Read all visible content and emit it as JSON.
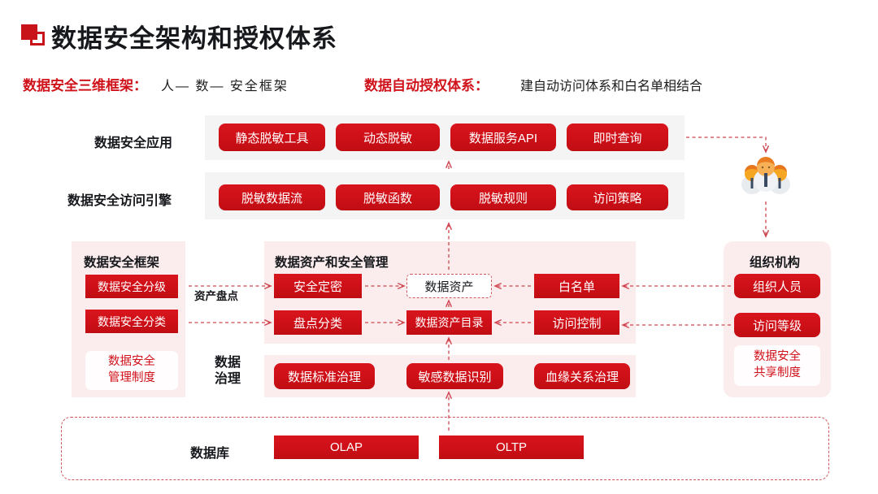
{
  "header": {
    "title": "数据安全架构和授权体系",
    "logo_icon": "red-square-logo-icon",
    "accent_color": "#d0121b"
  },
  "subtitle": {
    "key1": "数据安全三维框架：",
    "val1": "人— 数— 安全框架",
    "key2": "数据自动授权体系：",
    "val2": "建自动访问体系和白名单相结合"
  },
  "rows": {
    "app": {
      "label": "数据安全应用",
      "items": [
        "静态脱敏工具",
        "动态脱敏",
        "数据服务API",
        "即时查询"
      ]
    },
    "engine": {
      "label": "数据安全访问引擎",
      "items": [
        "脱敏数据流",
        "脱敏函数",
        "脱敏规则",
        "访问策略"
      ]
    }
  },
  "framework_panel": {
    "title": "数据安全框架",
    "items": [
      "数据安全分级",
      "数据安全分类"
    ],
    "policy_line1": "数据安全",
    "policy_line2": "管理制度"
  },
  "asset_panel": {
    "title": "数据资产和安全管理",
    "left_items": [
      "安全定密",
      "盘点分类"
    ],
    "center_dashed": "数据资产",
    "center_solid": "数据资产目录",
    "right_items": [
      "白名单",
      "访问控制"
    ]
  },
  "org_panel": {
    "title": "组织机构",
    "items": [
      "组织人员",
      "访问等级"
    ],
    "policy_line1": "数据安全",
    "policy_line2": "共享制度",
    "people_icon": "group-of-people-icon"
  },
  "governance": {
    "label_line1": "数据",
    "label_line2": "治理",
    "items": [
      "数据标准治理",
      "敏感数据识别",
      "血缘关系治理"
    ]
  },
  "captions": {
    "asset_inventory": "资产盘点"
  },
  "database": {
    "label": "数据库",
    "items": [
      "OLAP",
      "OLTP"
    ]
  }
}
